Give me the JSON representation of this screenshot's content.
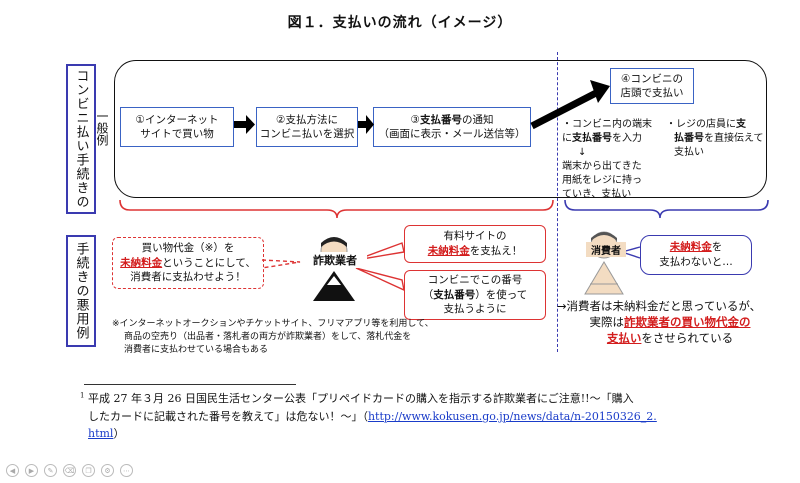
{
  "title": "図１．支払いの流れ（イメージ）",
  "left_label_top": "コンビニ払い手続きの",
  "left_label_sub": "一般例",
  "left_label_bottom": "手続きの悪用例",
  "steps": [
    {
      "line1": "①インターネット",
      "line2": "サイトで買い物"
    },
    {
      "line1": "②支払方法に",
      "line2": "コンビニ払いを選択"
    },
    {
      "line1a": "③",
      "line1b": "支払番号",
      "line1c": "の通知",
      "line2": "（画面に表示・メール送信等）"
    },
    {
      "line1": "④コンビニの",
      "line2": "店頭で支払い"
    }
  ],
  "option_a": {
    "l1": "・コンビニ内の端末",
    "l2a": "に",
    "l2b": "支払番号",
    "l2c": "を入力",
    "arrow": "↓",
    "l3": "端末から出てきた",
    "l4": "用紙をレジに持っ",
    "l5": "ていき、支払い"
  },
  "option_b": {
    "l1a": "・レジの店員に",
    "l1b": "支",
    "l2a": "払",
    "l2b": "番号",
    "l2c": "を直接伝えて",
    "l3": "支払い"
  },
  "victim_bubble": {
    "l1": "買い物代金（※）を",
    "l2a": "未納料金",
    "l2b": "ということにして、",
    "l3": "消費者に支払わせよう！"
  },
  "fraudster_label": "詐欺業者",
  "msg1": {
    "l1": "有料サイトの",
    "l2a": "未納料金",
    "l2b": "を支払え！"
  },
  "msg2": {
    "l1": "コンビニでこの番号",
    "l2a": "（",
    "l2b": "支払番号",
    "l2c": "）を使って",
    "l3": "支払うように"
  },
  "consumer_label": "消費者",
  "consumer_bubble": {
    "l1a": "未納料金",
    "l1b": "を",
    "l2": "支払わないと…"
  },
  "conclusion": {
    "l1": "→消費者は未納料金だと思っているが、",
    "l2a": "実際は",
    "l2b": "詐欺業者の買い物代金の",
    "l3a": "支払い",
    "l3b": "をさせられている"
  },
  "note": {
    "l1": "※インターネットオークションやチケットサイト、フリマアプリ等を利用して、",
    "l2": "商品の空売り（出品者・落札者の両方が詐欺業者）をして、落札代金を",
    "l3": "消費者に支払わせている場合もある"
  },
  "footnote": {
    "mark": "1",
    "l1": "平成 27 年３月 26 日国民生活センター公表「プリペイドカードの購入を指示する詐欺業者にご注意!!～「購入",
    "l2a": "したカードに記載された番号を教えて」は危ない！～」（",
    "l2b": "http://www.kokusen.go.jp/news/data/n-20150326_2.",
    "l3a": "html",
    "l3b": "）"
  },
  "viewer_icons": [
    "back-icon",
    "forward-icon",
    "pen-icon",
    "eraser-icon",
    "copy-icon",
    "tools-icon",
    "more-icon"
  ],
  "colors": {
    "blue": "#3a3ab0",
    "red": "#d31d1d",
    "box_blue": "#3a63c4",
    "link": "#1a3cc9"
  }
}
